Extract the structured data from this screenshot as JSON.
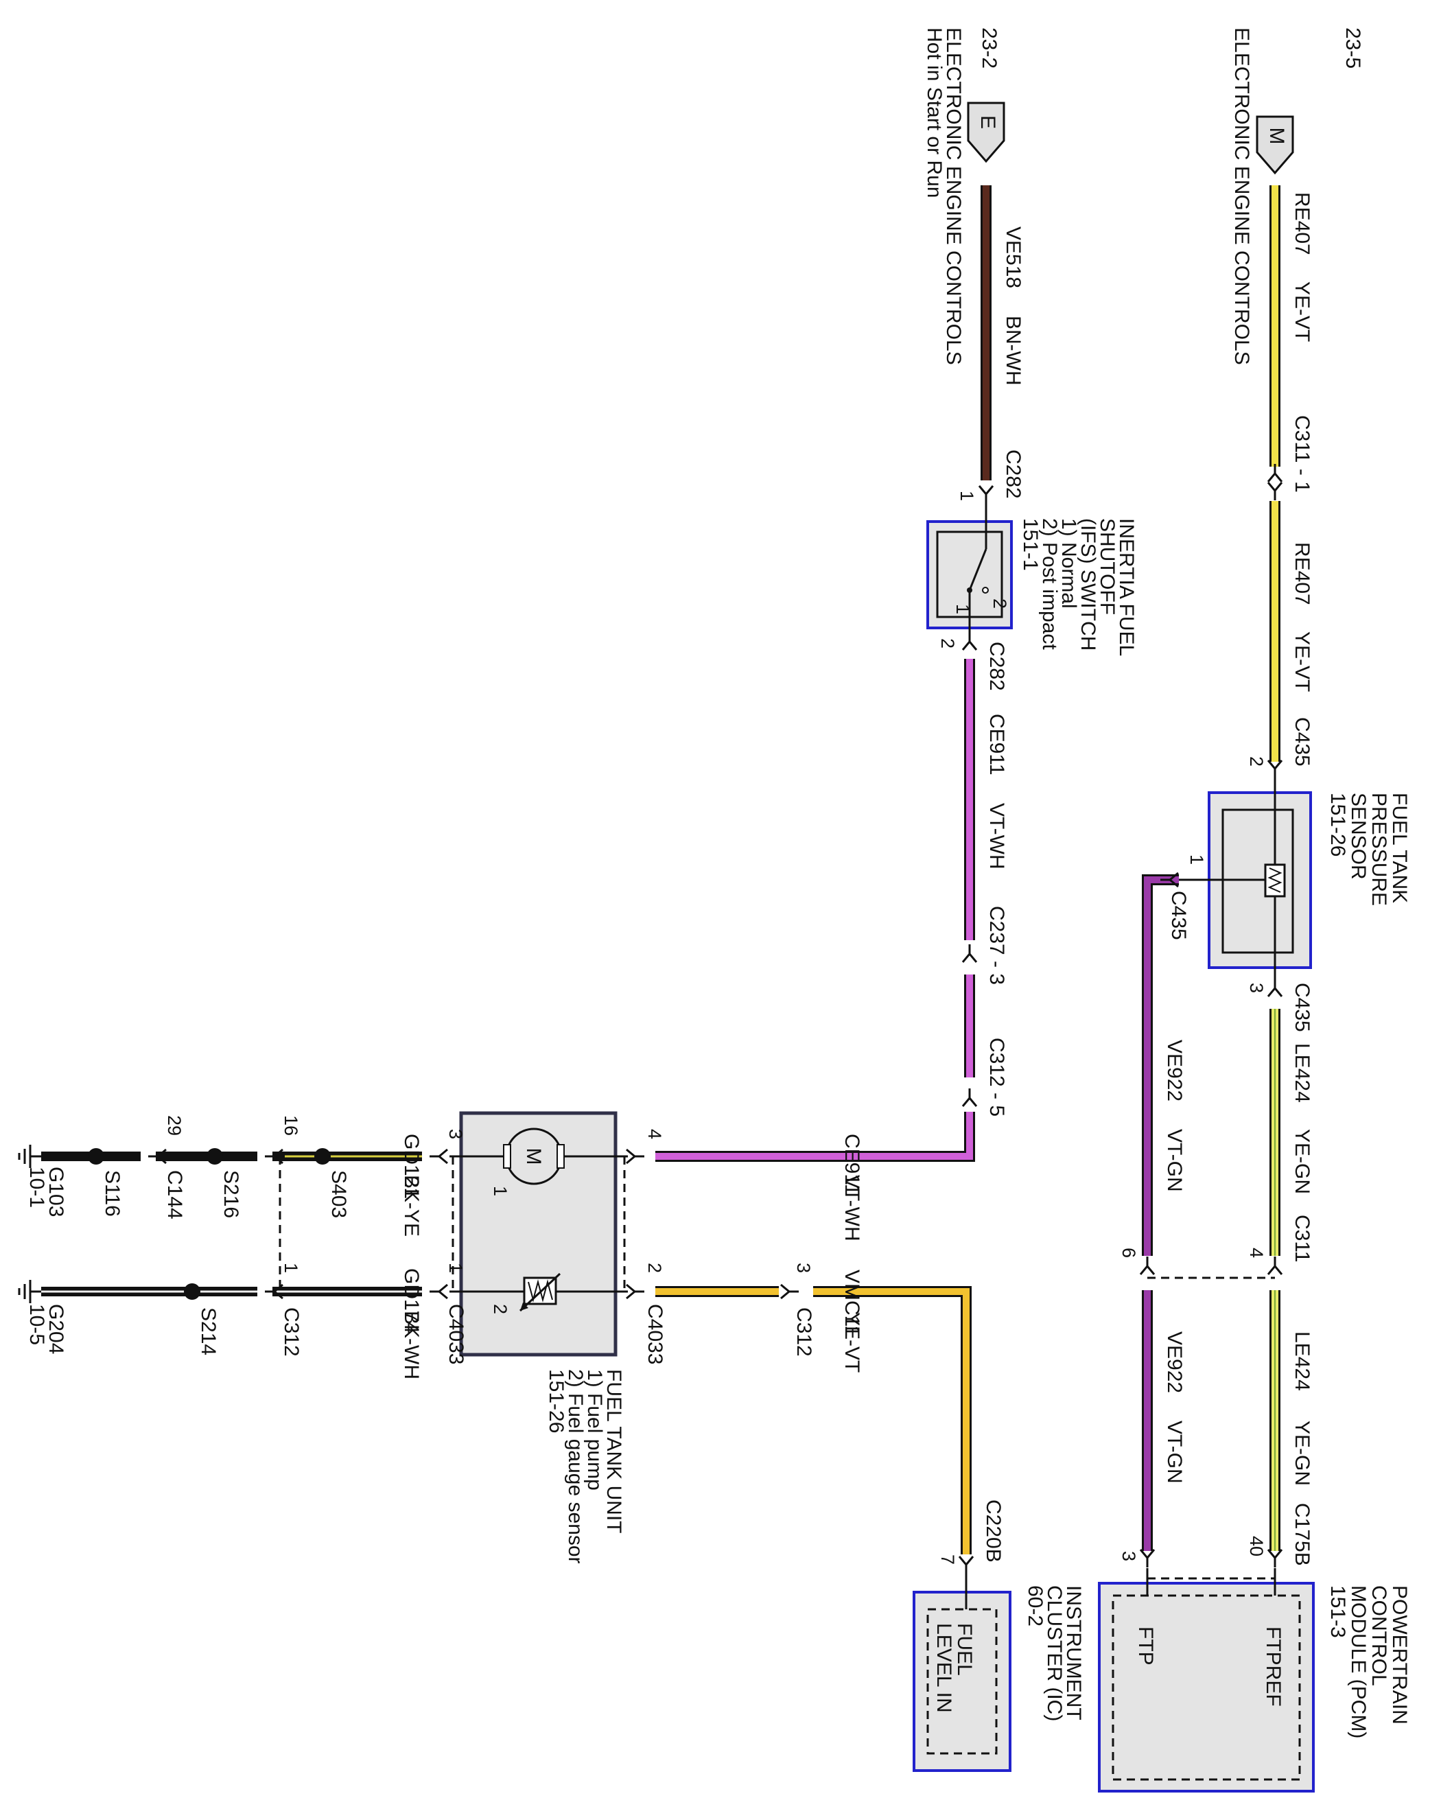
{
  "colors": {
    "yellow": "#f2e24a",
    "brown_wh": "#5a2a1e",
    "violet_wh": "#d060d8",
    "violet_gn": "#9a3aa8",
    "black": "#111111"
  },
  "refs": {
    "m": {
      "ref": "23-5",
      "letter": "M",
      "title": "ELECTRONIC ENGINE CONTROLS"
    },
    "e": {
      "ref": "23-2",
      "letter": "E",
      "title": "ELECTRONIC ENGINE CONTROLS",
      "sub": "Hot in Start or Run"
    }
  },
  "wires": {
    "re407": {
      "circuit": "RE407",
      "color": "YE-VT"
    },
    "ve518": {
      "circuit": "VE518",
      "color": "BN-WH"
    },
    "ce911": {
      "circuit": "CE911",
      "color": "VT-WH"
    },
    "le424": {
      "circuit": "LE424",
      "color": "YE-GN"
    },
    "ve922": {
      "circuit": "VE922",
      "color": "VT-GN"
    },
    "vmc11": {
      "circuit": "VMC11",
      "color": "YE-VT"
    },
    "gd121": {
      "circuit": "GD121",
      "color": "BK-YE"
    },
    "gd174": {
      "circuit": "GD174",
      "color": "BK-WH"
    }
  },
  "connectors": {
    "c311_1": "C311 - 1",
    "c435": "C435",
    "c311": "C311",
    "c175b": "C175B",
    "c282": "C282",
    "c237_3": "C237 - 3",
    "c312_5": "C312 - 5",
    "c312": "C312",
    "c4033": "C4033",
    "c220b": "C220B",
    "c144": "C144"
  },
  "pins": {
    "p1": "1",
    "p2": "2",
    "p3": "3",
    "p4": "4",
    "p6": "6",
    "p7": "7",
    "p16": "16",
    "p29": "29",
    "p40": "40"
  },
  "splices": {
    "s403": "S403",
    "s216": "S216",
    "s116": "S116",
    "s214": "S214"
  },
  "grounds": {
    "g103": {
      "name": "G103",
      "ref": "10-1"
    },
    "g204": {
      "name": "G204",
      "ref": "10-5"
    }
  },
  "components": {
    "ftps": {
      "lines": [
        "FUEL TANK",
        "PRESSURE",
        "SENSOR",
        "151-26"
      ]
    },
    "ifs": {
      "lines": [
        "INERTIA FUEL",
        "SHUTOFF",
        "(IFS) SWITCH",
        "1) Normal",
        "2) Post impact",
        "151-1"
      ],
      "pos1": "1",
      "pos2": "2"
    },
    "ftu": {
      "lines": [
        "FUEL TANK UNIT",
        "1) Fuel pump",
        "2) Fuel gauge sensor",
        "151-26"
      ],
      "motor": "M",
      "sub1": "1",
      "sub2": "2"
    },
    "pcm": {
      "lines": [
        "POWERTRAIN",
        "CONTROL",
        "MODULE (PCM)",
        "151-3"
      ],
      "ftpref": "FTPREF",
      "ftp": "FTP"
    },
    "ic": {
      "lines": [
        "INSTRUMENT",
        "CLUSTER (IC)",
        "60-2"
      ],
      "fuel_in": [
        "FUEL",
        "LEVEL IN"
      ]
    }
  }
}
